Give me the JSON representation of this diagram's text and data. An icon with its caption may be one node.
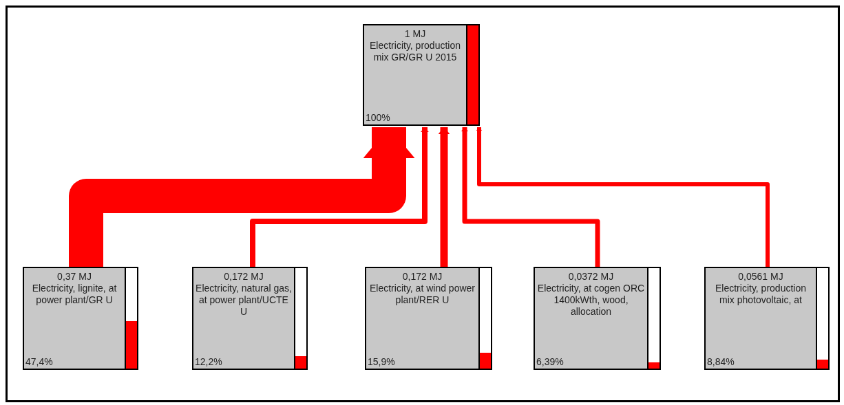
{
  "diagram": {
    "nodes": [
      {
        "text": [
          "1 MJ",
          "Electricity, production mix GR/GR U 2015",
          "100%"
        ]
      },
      {
        "text": [
          "0,37 MJ",
          "Electricity, lignite, at power plant/GR U",
          "47,4%"
        ]
      },
      {
        "text": [
          "0,172 MJ",
          "Electricity, natural gas, at power plant/UCTE U",
          "12,2%"
        ]
      },
      {
        "text": [
          "0,172 MJ",
          "Electricity, at wind power plant/RER U",
          "15,9%"
        ]
      },
      {
        "text": [
          "0,0372 MJ",
          "Electricity, at cogen ORC 1400kWth, wood, allocation",
          "6,39%"
        ]
      },
      {
        "text": [
          "0,0561 MJ",
          "Electricity, production mix photovoltaic, at",
          "8,84%"
        ]
      }
    ],
    "edges": [
      {
        "from": 1,
        "to": 0,
        "arrow": "to",
        "style": "thick"
      },
      {
        "from": 2,
        "to": 0,
        "arrow": "to"
      },
      {
        "from": 3,
        "to": 0,
        "arrow": "to"
      },
      {
        "from": 4,
        "to": 0,
        "arrow": "to"
      },
      {
        "from": 5,
        "to": 0,
        "arrow": "to"
      }
    ]
  }
}
